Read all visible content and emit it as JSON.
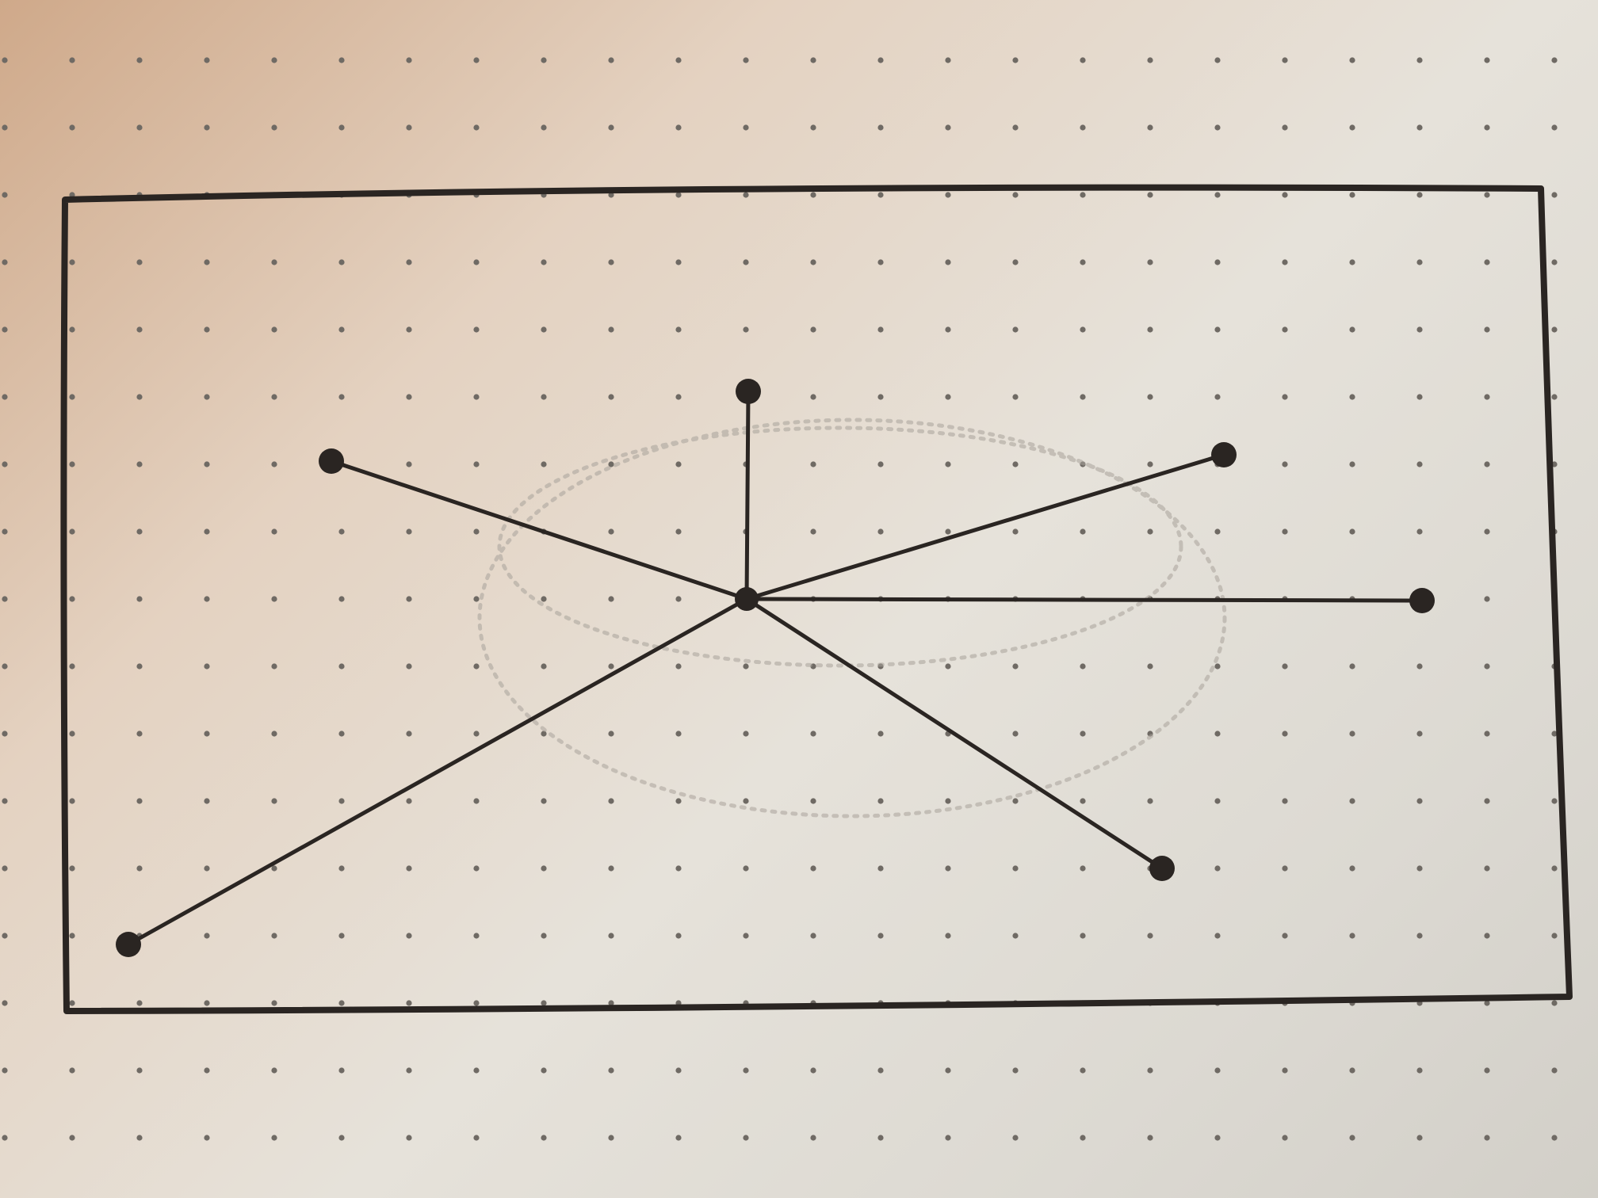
{
  "diagram": {
    "kind": "hand-drawn star graph on dot-grid paper",
    "ink_color": "#2a2522",
    "dot_color": "#6f6a64",
    "ghost_color": "#a9a39b",
    "center_node": "hub",
    "nodes": [
      {
        "id": "hub"
      },
      {
        "id": "top"
      },
      {
        "id": "upper-left"
      },
      {
        "id": "upper-right"
      },
      {
        "id": "right"
      },
      {
        "id": "lower-right"
      },
      {
        "id": "lower-left"
      }
    ],
    "edges": [
      {
        "from": "hub",
        "to": "top"
      },
      {
        "from": "hub",
        "to": "upper-left"
      },
      {
        "from": "hub",
        "to": "upper-right"
      },
      {
        "from": "hub",
        "to": "right"
      },
      {
        "from": "hub",
        "to": "lower-right"
      },
      {
        "from": "hub",
        "to": "lower-left"
      }
    ]
  }
}
